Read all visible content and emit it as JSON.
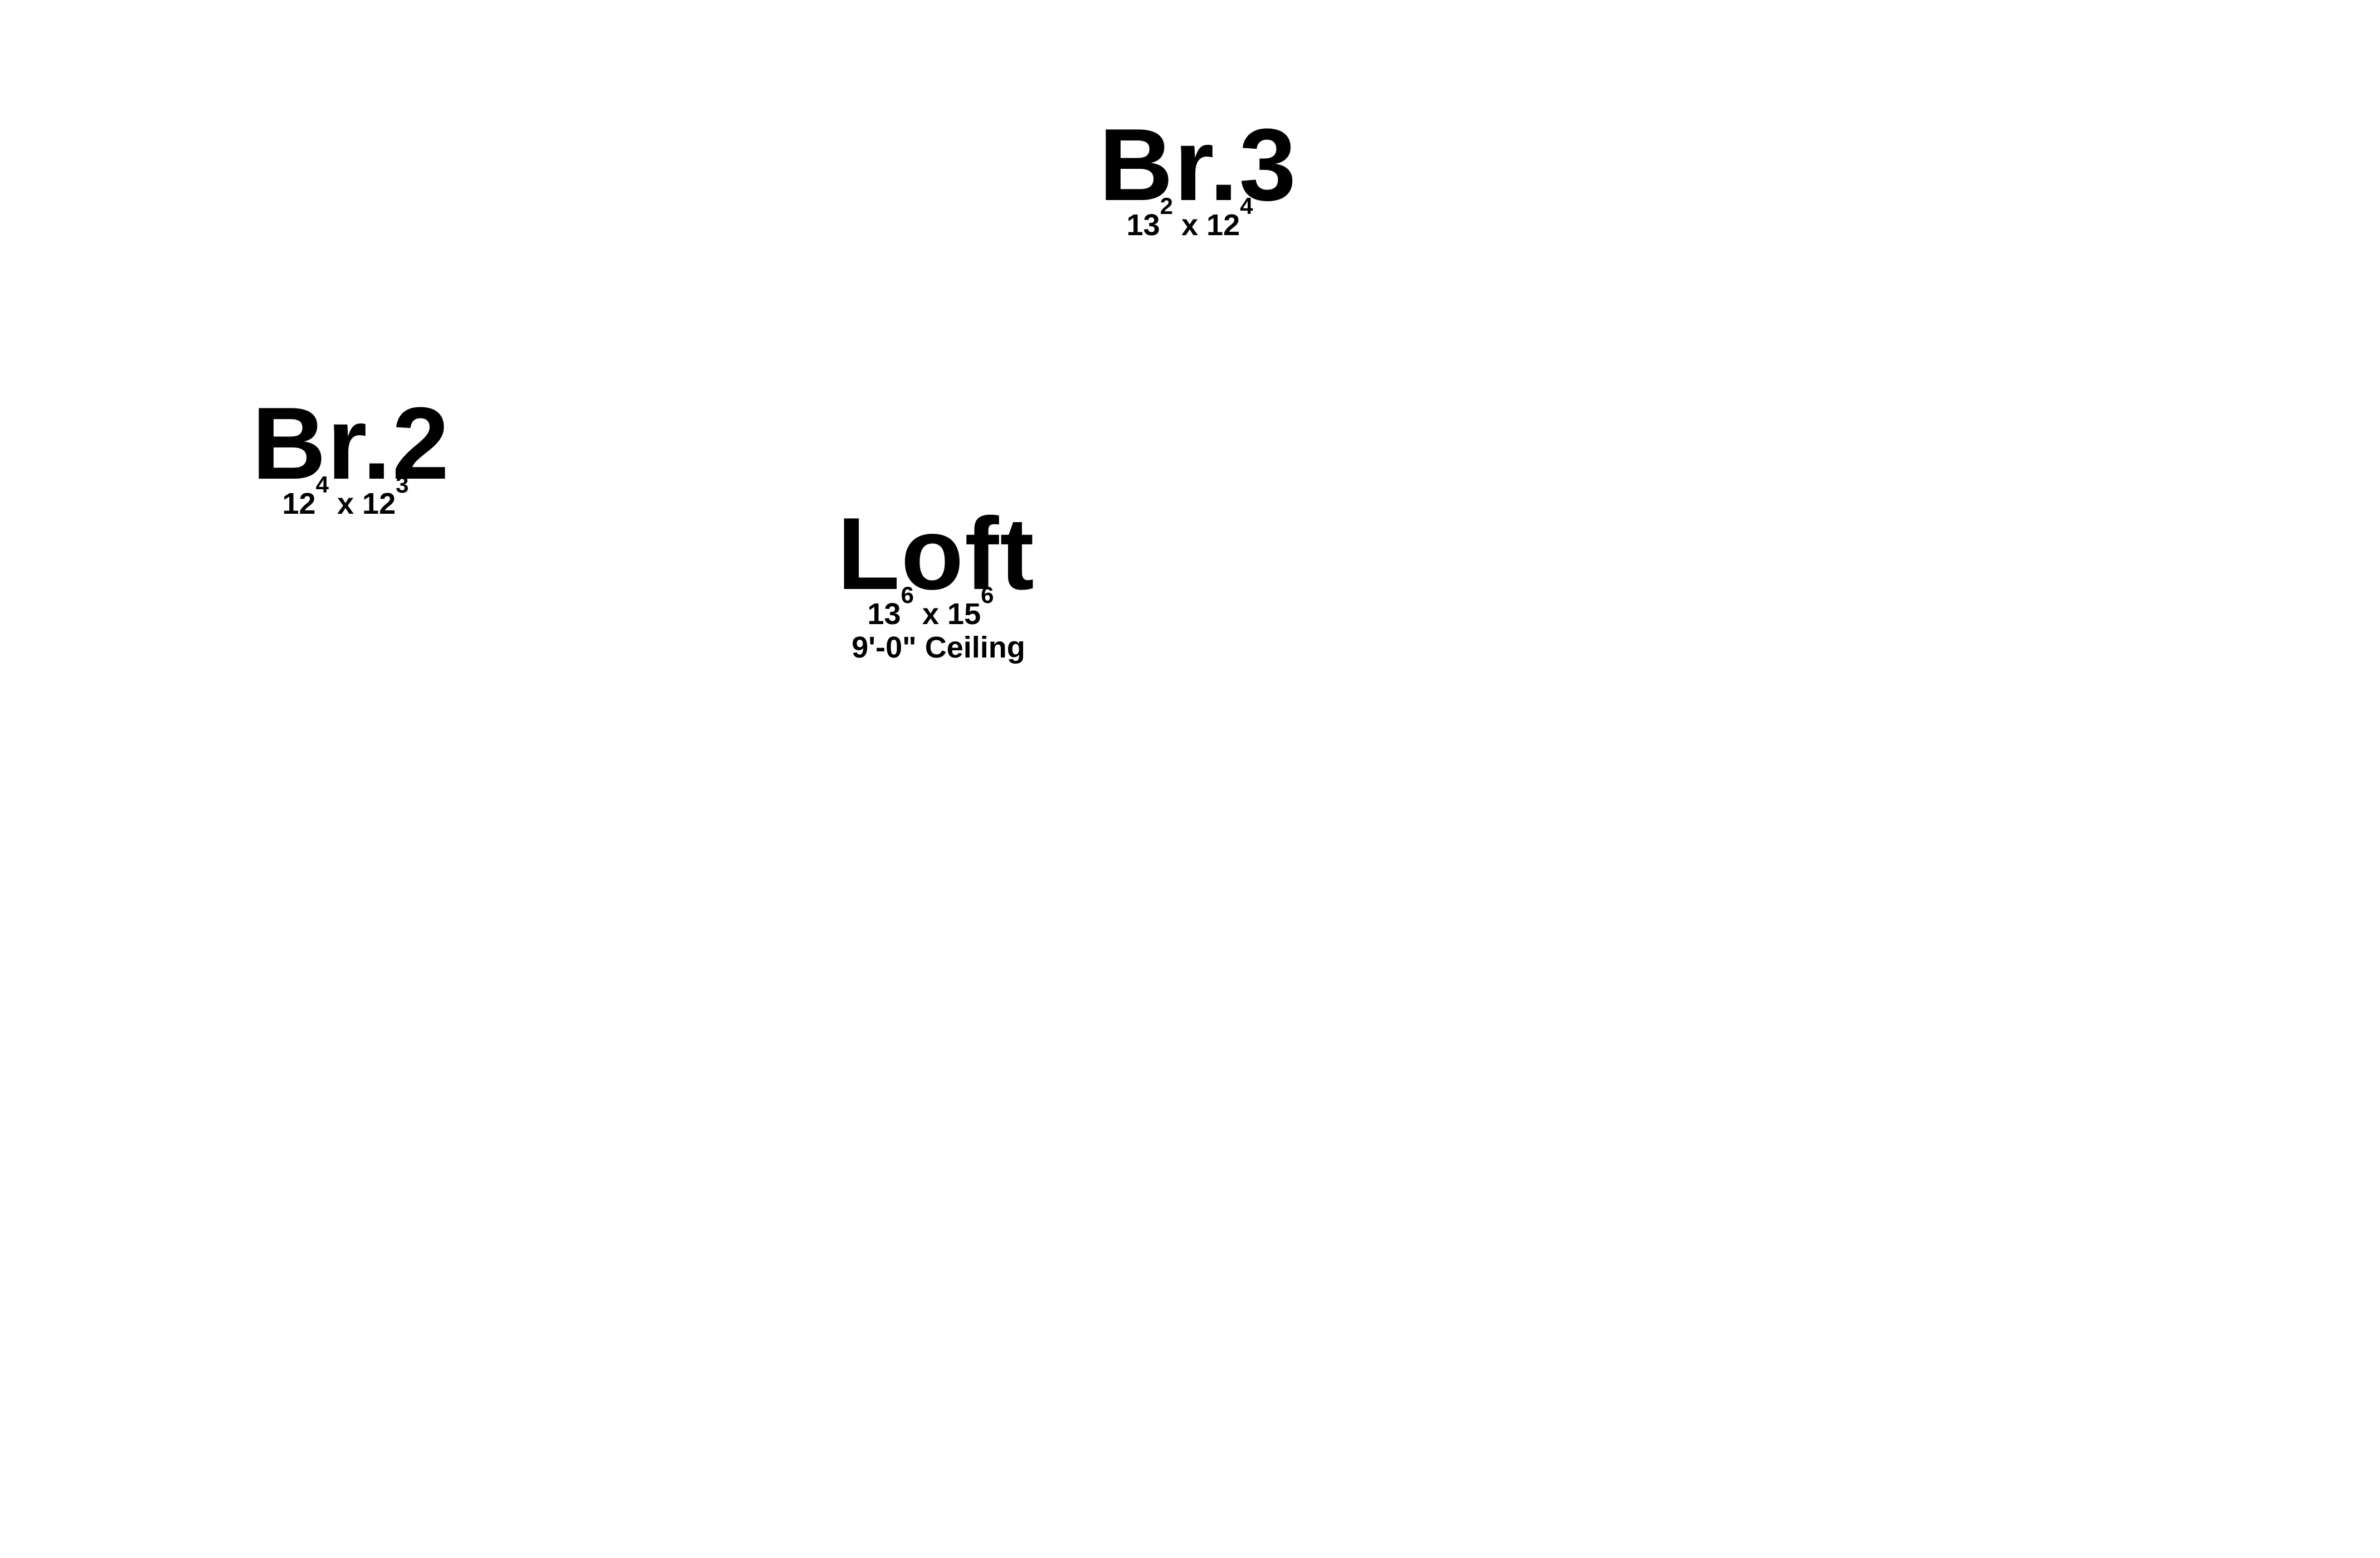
{
  "rooms": [
    {
      "name": "Br.3",
      "width_ft": "13",
      "width_in": "2",
      "separator": "x",
      "length_ft": "12",
      "length_in": "4"
    },
    {
      "name": "Br.2",
      "width_ft": "12",
      "width_in": "4",
      "separator": "x",
      "length_ft": "12",
      "length_in": "3"
    },
    {
      "name": "Loft",
      "width_ft": "13",
      "width_in": "6",
      "separator": "x",
      "length_ft": "15",
      "length_in": "6",
      "ceiling": "9'-0\" Ceiling"
    }
  ]
}
